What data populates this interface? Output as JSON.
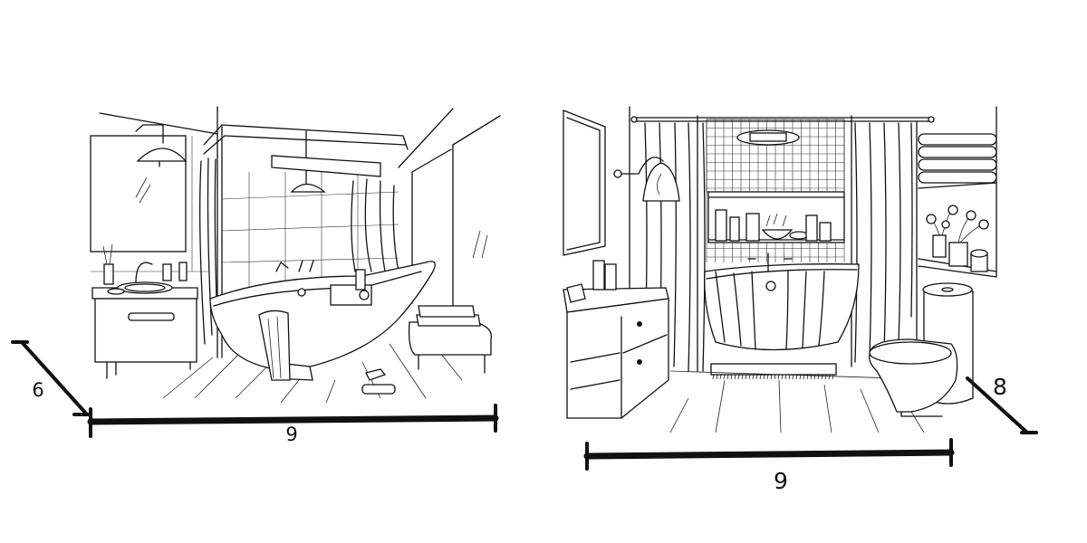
{
  "left_room": {
    "width_label": "9",
    "depth_label": "6"
  },
  "right_room": {
    "width_label": "9",
    "depth_label": "8"
  }
}
